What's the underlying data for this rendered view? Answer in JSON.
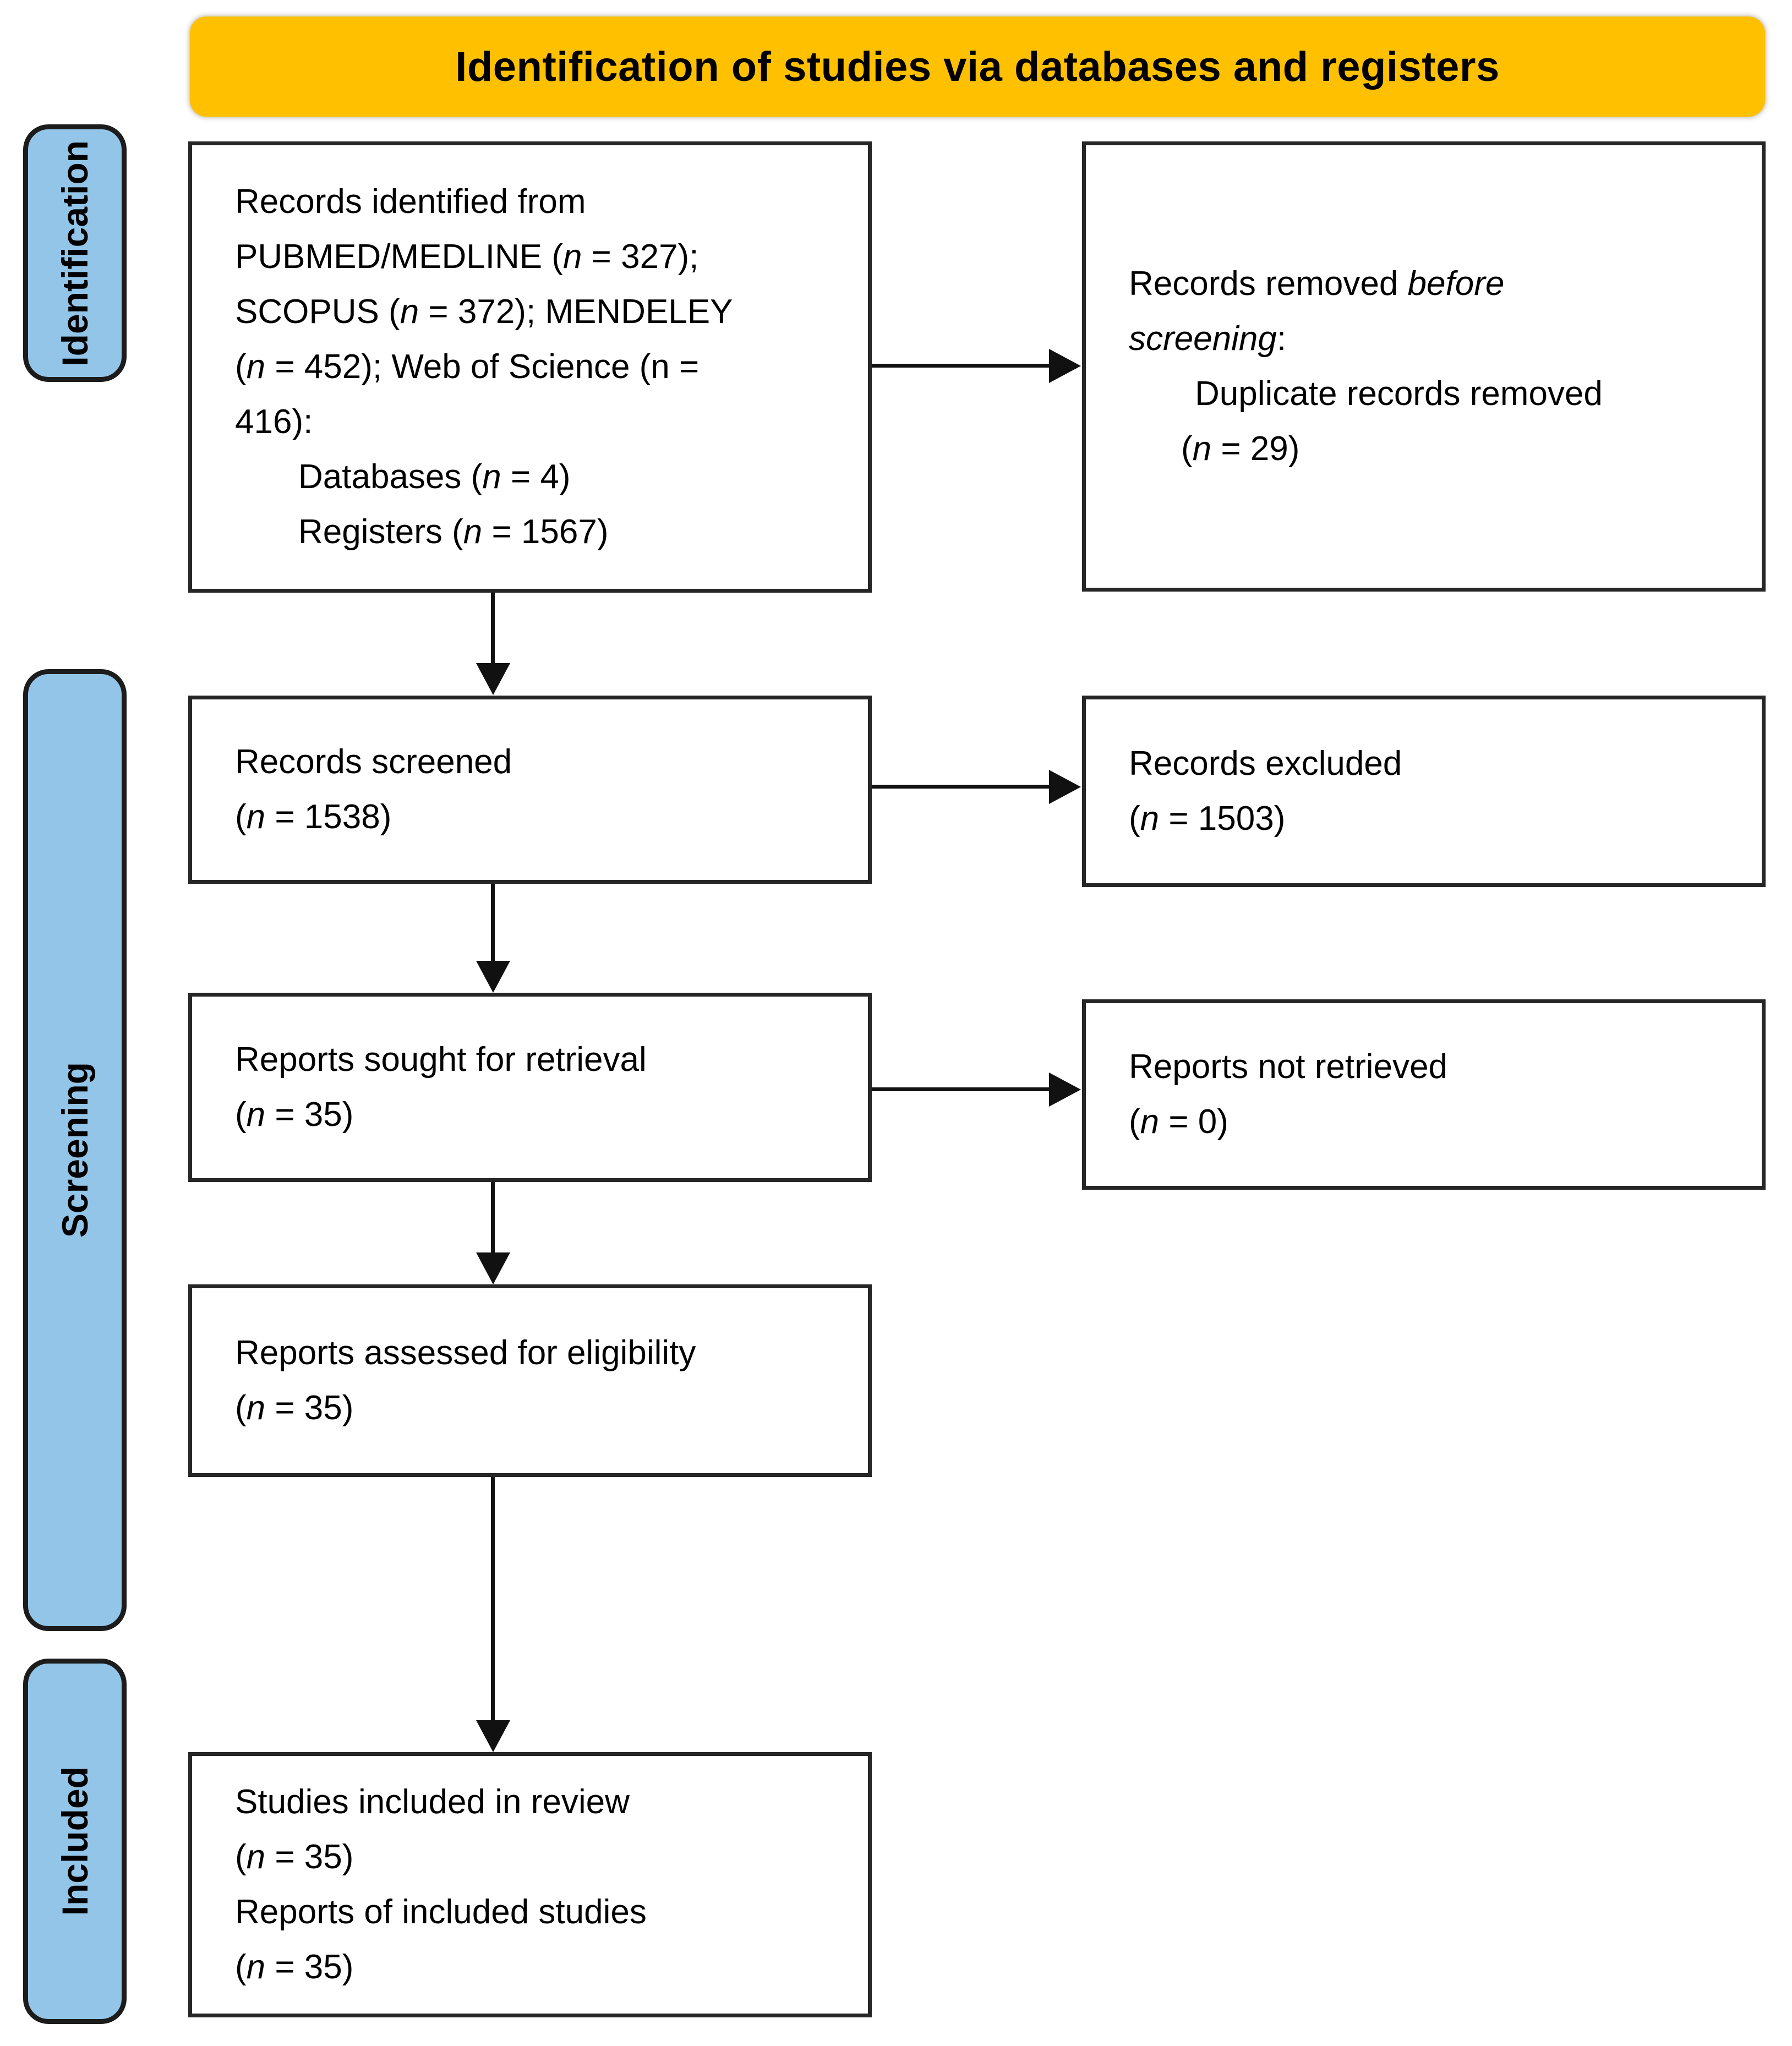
{
  "colors": {
    "header_bg": "#FFC000",
    "stage_bar_bg": "#93C5E9",
    "box_border": "#262626",
    "arrow": "#111111",
    "text": "#000000"
  },
  "header": {
    "label": "Identification of studies via databases and registers"
  },
  "stages": [
    {
      "id": "identification",
      "label": "Identification"
    },
    {
      "id": "screening",
      "label": "Screening"
    },
    {
      "id": "included",
      "label": "Included"
    }
  ],
  "boxes": [
    {
      "id": "records-identified",
      "lines": [
        {
          "segs": [
            {
              "t": "Records identified from"
            }
          ]
        },
        {
          "segs": [
            {
              "t": "PUBMED/MEDLINE ("
            },
            {
              "t": "n",
              "i": true
            },
            {
              "t": " = 327);"
            }
          ]
        },
        {
          "segs": [
            {
              "t": "SCOPUS ("
            },
            {
              "t": "n",
              "i": true
            },
            {
              "t": " = 372); MENDELEY"
            }
          ]
        },
        {
          "segs": [
            {
              "t": "("
            },
            {
              "t": "n",
              "i": true
            },
            {
              "t": " = 452); Web of Science (n ="
            }
          ]
        },
        {
          "segs": [
            {
              "t": "416):"
            }
          ]
        },
        {
          "indent": 115,
          "segs": [
            {
              "t": "Databases ("
            },
            {
              "t": "n",
              "i": true
            },
            {
              "t": " = 4)"
            }
          ]
        },
        {
          "indent": 115,
          "segs": [
            {
              "t": "Registers ("
            },
            {
              "t": "n",
              "i": true
            },
            {
              "t": " = 1567)"
            }
          ]
        }
      ]
    },
    {
      "id": "records-removed",
      "lines": [
        {
          "segs": [
            {
              "t": "Records removed "
            },
            {
              "t": "before",
              "i": true
            }
          ]
        },
        {
          "segs": [
            {
              "t": "screening",
              "i": true
            },
            {
              "t": ":"
            }
          ]
        },
        {
          "indent": 120,
          "segs": [
            {
              "t": "Duplicate records removed"
            }
          ]
        },
        {
          "indent": 95,
          "segs": [
            {
              "t": "("
            },
            {
              "t": "n",
              "i": true
            },
            {
              "t": " = 29)"
            }
          ]
        }
      ]
    },
    {
      "id": "records-screened",
      "lines": [
        {
          "segs": [
            {
              "t": "Records screened"
            }
          ]
        },
        {
          "segs": [
            {
              "t": "("
            },
            {
              "t": "n",
              "i": true
            },
            {
              "t": " = 1538)"
            }
          ]
        }
      ]
    },
    {
      "id": "records-excluded",
      "lines": [
        {
          "segs": [
            {
              "t": "Records excluded"
            }
          ]
        },
        {
          "segs": [
            {
              "t": "("
            },
            {
              "t": "n",
              "i": true
            },
            {
              "t": " = 1503)"
            }
          ]
        }
      ]
    },
    {
      "id": "reports-sought",
      "lines": [
        {
          "segs": [
            {
              "t": "Reports sought for retrieval"
            }
          ]
        },
        {
          "segs": [
            {
              "t": "("
            },
            {
              "t": "n",
              "i": true
            },
            {
              "t": " = 35)"
            }
          ]
        }
      ]
    },
    {
      "id": "reports-not-retrieved",
      "lines": [
        {
          "segs": [
            {
              "t": "Reports not retrieved"
            }
          ]
        },
        {
          "segs": [
            {
              "t": "("
            },
            {
              "t": "n",
              "i": true
            },
            {
              "t": " = 0)"
            }
          ]
        }
      ]
    },
    {
      "id": "reports-assessed",
      "lines": [
        {
          "segs": [
            {
              "t": "Reports assessed for eligibility"
            }
          ]
        },
        {
          "segs": [
            {
              "t": "("
            },
            {
              "t": "n",
              "i": true
            },
            {
              "t": " = 35)"
            }
          ]
        }
      ]
    },
    {
      "id": "studies-included",
      "lines": [
        {
          "segs": [
            {
              "t": "Studies included in review"
            }
          ]
        },
        {
          "segs": [
            {
              "t": "("
            },
            {
              "t": "n",
              "i": true
            },
            {
              "t": " = 35)"
            }
          ]
        },
        {
          "segs": [
            {
              "t": "Reports of included studies"
            }
          ]
        },
        {
          "segs": [
            {
              "t": "("
            },
            {
              "t": "n",
              "i": true
            },
            {
              "t": " = 35)"
            }
          ]
        }
      ]
    }
  ]
}
